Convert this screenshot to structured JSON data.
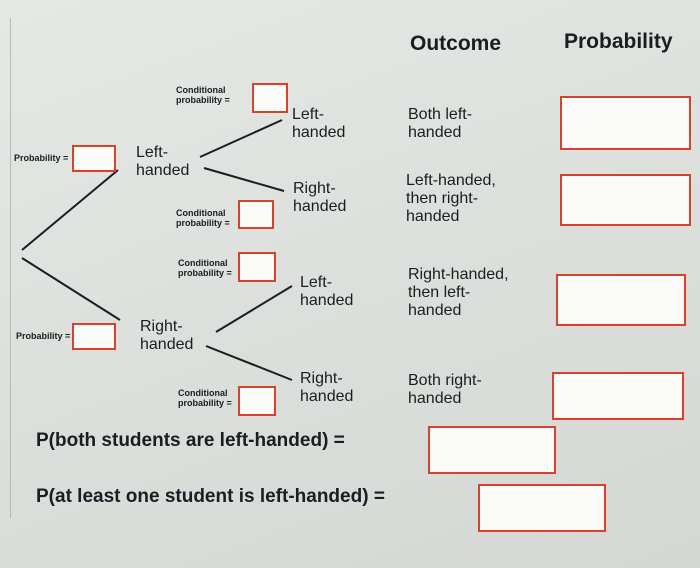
{
  "header": {
    "outcome": "Outcome",
    "probability": "Probability"
  },
  "labels": {
    "conditional": "Conditional probability =",
    "probability": "Probability ="
  },
  "tree": {
    "first_left": "Left-\nhanded",
    "first_right": "Right-\nhanded",
    "second_left_a": "Left-\nhanded",
    "second_right_a": "Right-\nhanded",
    "second_left_b": "Left-\nhanded",
    "second_right_b": "Right-\nhanded"
  },
  "outcomes": [
    "Both left-\nhanded",
    "Left-handed,\nthen right-\nhanded",
    "Right-handed,\nthen left-\nhanded",
    "Both right-\nhanded"
  ],
  "questions": {
    "both_left": "P(both students are left-handed) =",
    "at_least_one": "P(at least one student is left-handed) ="
  }
}
